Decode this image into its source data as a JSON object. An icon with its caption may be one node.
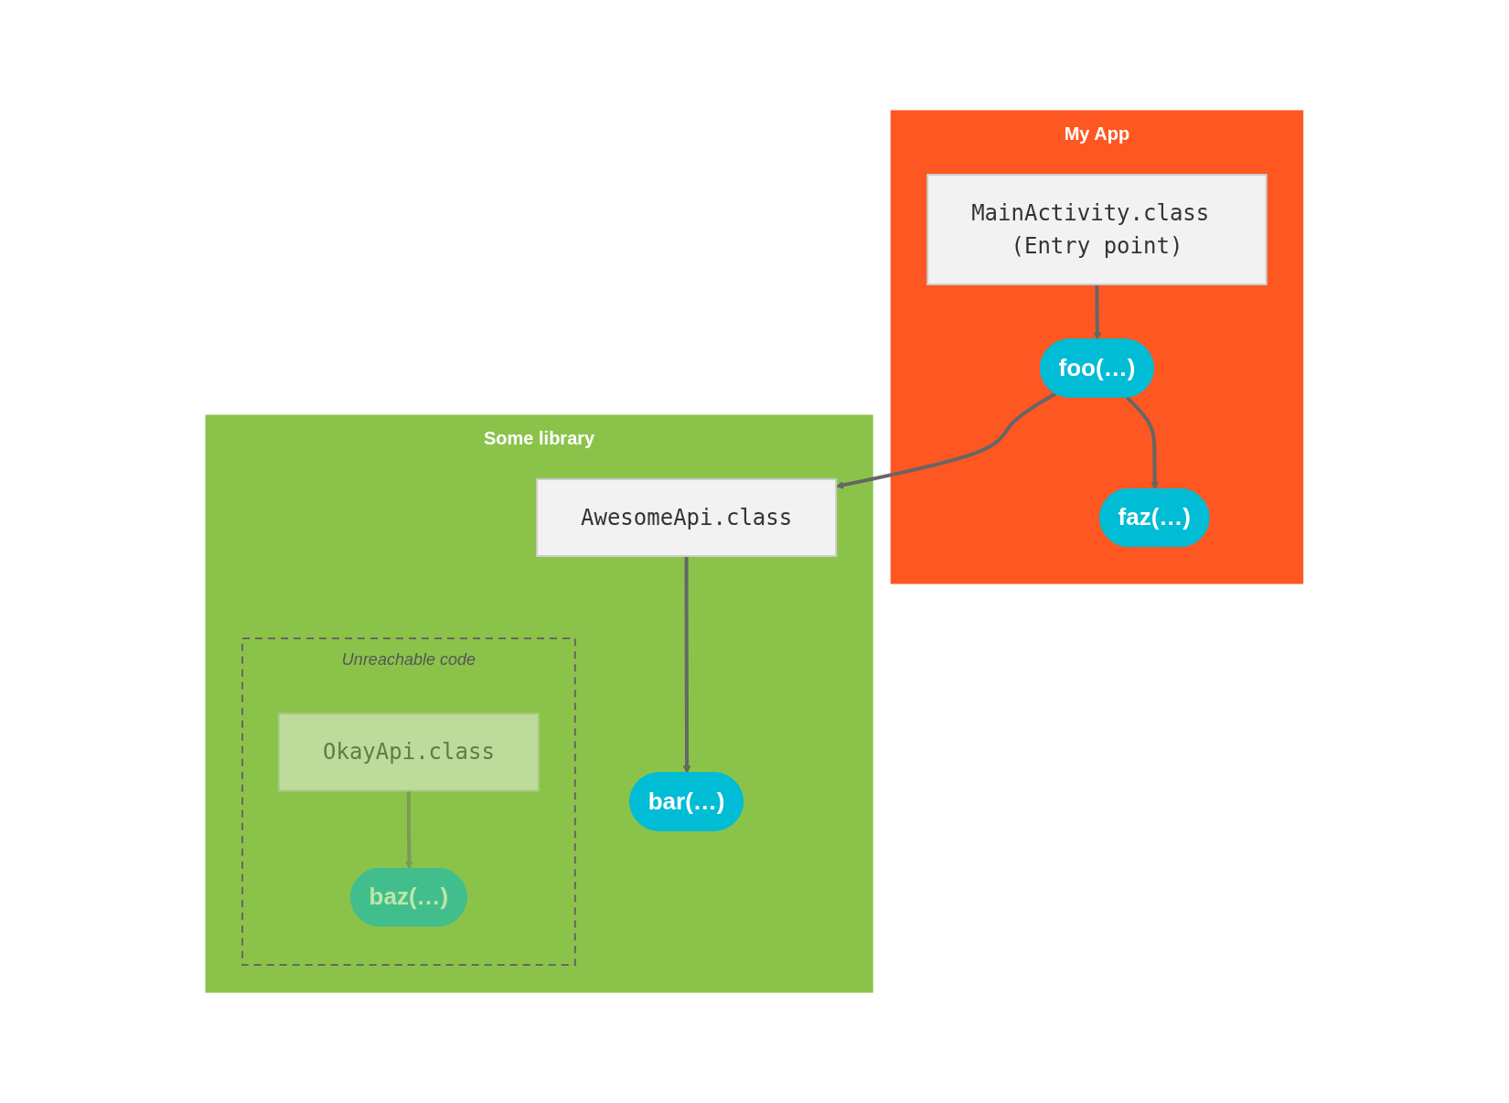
{
  "diagram": {
    "nodes": [
      {
        "text": [
          "My App"
        ]
      },
      {
        "text": [
          "MainActivity.class (Entry point)"
        ],
        "in": 0
      },
      {
        "text": [
          "foo(…)"
        ],
        "in": 0
      },
      {
        "text": [
          "faz(…)"
        ],
        "in": 0
      },
      {
        "text": [
          "Some library"
        ]
      },
      {
        "text": [
          "AwesomeApi.class"
        ],
        "in": 4
      },
      {
        "text": [
          "bar(…)"
        ],
        "in": 4
      },
      {
        "text": [
          "Unreachable code"
        ],
        "in": 4
      },
      {
        "text": [
          "OkayApi.class"
        ],
        "in": 7
      },
      {
        "text": [
          "baz(…)"
        ],
        "in": 7
      }
    ],
    "edges": [
      {
        "from": 1,
        "to": 2,
        "arrow": "to"
      },
      {
        "from": 2,
        "to": 3,
        "arrow": "to"
      },
      {
        "from": 2,
        "to": 5,
        "arrow": "to"
      },
      {
        "from": 5,
        "to": 6,
        "arrow": "to"
      },
      {
        "from": 8,
        "to": 9,
        "arrow": "to",
        "color": "#7a9a5a"
      }
    ]
  }
}
